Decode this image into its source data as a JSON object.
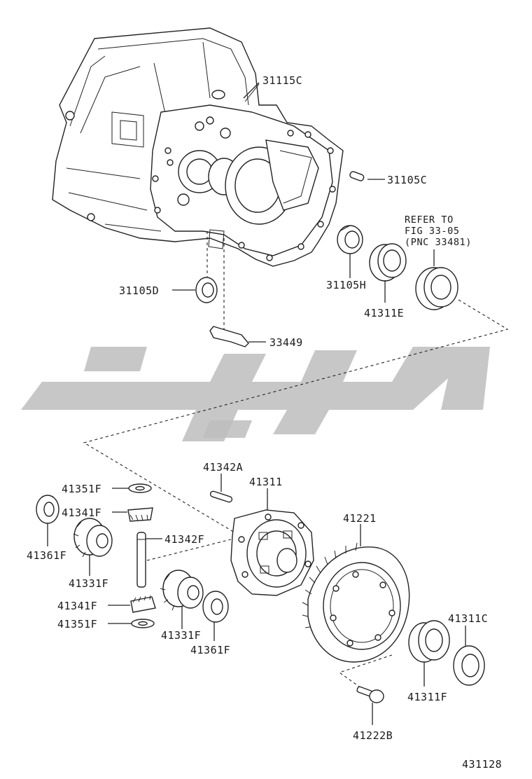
{
  "diagram": {
    "figure_number": "431128",
    "reference_note": {
      "line1": "REFER TO",
      "line2": "FIG 33-05",
      "line3": "(PNC 33481)"
    },
    "part_labels": {
      "p31115C": "31115C",
      "p31105C": "31105C",
      "p31105D": "31105D",
      "p31105H": "31105H",
      "p41311E": "41311E",
      "p33449": "33449",
      "p41342A": "41342A",
      "p41311": "41311",
      "p41351F_top": "41351F",
      "p41341F_top": "41341F",
      "p41361F_left": "41361F",
      "p41342F": "41342F",
      "p41331F_left": "41331F",
      "p41341F_bot": "41341F",
      "p41351F_bot": "41351F",
      "p41331F_right": "41331F",
      "p41361F_right": "41361F",
      "p41221": "41221",
      "p41311C": "41311C",
      "p41311F": "41311F",
      "p41222B": "41222B"
    },
    "colors": {
      "line": "#222222",
      "watermark": "#bdbdbd",
      "background": "#ffffff"
    }
  }
}
